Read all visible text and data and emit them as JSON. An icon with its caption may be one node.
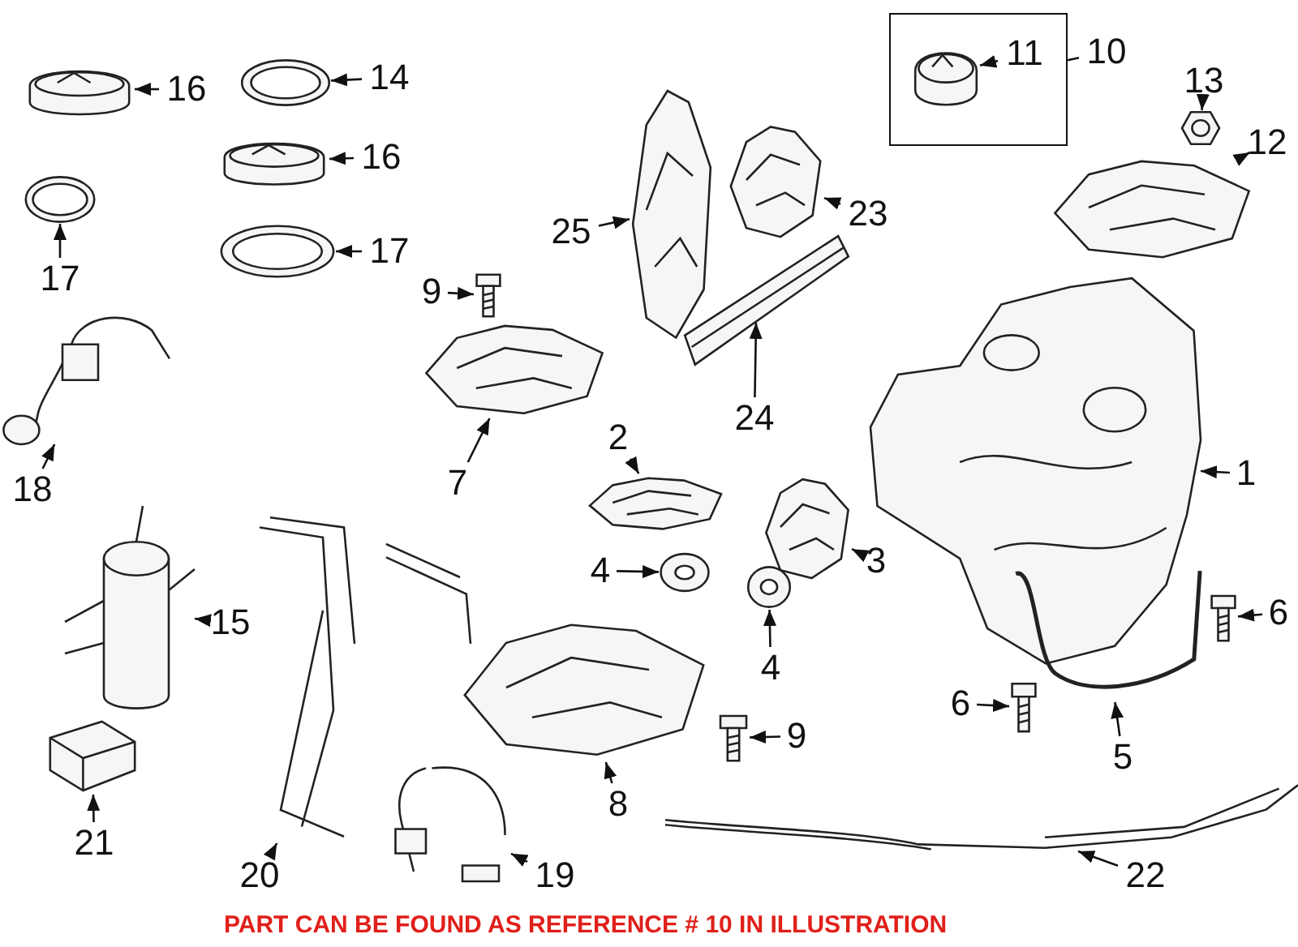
{
  "diagram": {
    "nodes": [
      {
        "text": [
          "16"
        ]
      },
      {
        "text": [],
        "shape": "picture"
      },
      {
        "text": [
          "14"
        ]
      },
      {
        "text": [],
        "shape": "picture"
      },
      {
        "text": [],
        "shape": "box"
      },
      {
        "text": [
          "11"
        ],
        "in": 4
      },
      {
        "text": [],
        "shape": "picture",
        "in": 4
      },
      {
        "text": [
          "10"
        ]
      },
      {
        "text": [
          "13"
        ]
      },
      {
        "text": [],
        "shape": "picture"
      },
      {
        "text": [
          "12"
        ]
      },
      {
        "text": [],
        "shape": "picture"
      },
      {
        "text": [
          "16"
        ]
      },
      {
        "text": [],
        "shape": "picture"
      },
      {
        "text": [
          "25"
        ]
      },
      {
        "text": [],
        "shape": "picture"
      },
      {
        "text": [
          "23"
        ]
      },
      {
        "text": [],
        "shape": "picture"
      },
      {
        "text": [
          "17"
        ]
      },
      {
        "text": [],
        "shape": "picture"
      },
      {
        "text": [
          "17"
        ]
      },
      {
        "text": [],
        "shape": "picture"
      },
      {
        "text": [
          "9"
        ]
      },
      {
        "text": [],
        "shape": "picture"
      },
      {
        "text": [
          "24"
        ]
      },
      {
        "text": [],
        "shape": "picture"
      },
      {
        "text": [
          "2"
        ]
      },
      {
        "text": [],
        "shape": "picture"
      },
      {
        "text": [
          "1"
        ]
      },
      {
        "text": [],
        "shape": "picture"
      },
      {
        "text": [
          "7"
        ]
      },
      {
        "text": [],
        "shape": "picture"
      },
      {
        "text": [
          "18"
        ]
      },
      {
        "text": [],
        "shape": "picture"
      },
      {
        "text": [
          "3"
        ]
      },
      {
        "text": [],
        "shape": "picture"
      },
      {
        "text": [
          "4"
        ]
      },
      {
        "text": [],
        "shape": "picture"
      },
      {
        "text": [
          "15"
        ]
      },
      {
        "text": [],
        "shape": "picture"
      },
      {
        "text": [
          "6"
        ]
      },
      {
        "text": [],
        "shape": "picture"
      },
      {
        "text": [
          "4"
        ]
      },
      {
        "text": [],
        "shape": "picture"
      },
      {
        "text": [
          "6"
        ]
      },
      {
        "text": [],
        "shape": "picture"
      },
      {
        "text": [
          "5"
        ]
      },
      {
        "text": [],
        "shape": "picture"
      },
      {
        "text": [
          "9"
        ]
      },
      {
        "text": [],
        "shape": "picture"
      },
      {
        "text": [
          "8"
        ]
      },
      {
        "text": [],
        "shape": "picture"
      },
      {
        "text": [
          "21"
        ]
      },
      {
        "text": [],
        "shape": "picture"
      },
      {
        "text": [
          "22"
        ]
      },
      {
        "text": [],
        "shape": "picture"
      },
      {
        "text": [
          "20"
        ]
      },
      {
        "text": [],
        "shape": "picture"
      },
      {
        "text": [
          "19"
        ]
      },
      {
        "text": [],
        "shape": "picture"
      }
    ],
    "edges": [
      {
        "from": 0,
        "to": 1,
        "arrow": "to"
      },
      {
        "from": 2,
        "to": 3,
        "arrow": "to"
      },
      {
        "from": 5,
        "to": 6,
        "arrow": "to"
      },
      {
        "from": 7,
        "to": 4,
        "arrow": "none"
      },
      {
        "from": 8,
        "to": 9,
        "arrow": "to"
      },
      {
        "from": 10,
        "to": 11,
        "arrow": "to"
      },
      {
        "from": 12,
        "to": 13,
        "arrow": "to"
      },
      {
        "from": 14,
        "to": 15,
        "arrow": "to"
      },
      {
        "from": 16,
        "to": 17,
        "arrow": "to"
      },
      {
        "from": 18,
        "to": 19,
        "arrow": "to"
      },
      {
        "from": 20,
        "to": 21,
        "arrow": "to"
      },
      {
        "from": 22,
        "to": 23,
        "arrow": "to"
      },
      {
        "from": 24,
        "to": 25,
        "arrow": "to"
      },
      {
        "from": 26,
        "to": 27,
        "arrow": "to"
      },
      {
        "from": 28,
        "to": 29,
        "arrow": "to"
      },
      {
        "from": 30,
        "to": 31,
        "arrow": "to"
      },
      {
        "from": 32,
        "to": 33,
        "arrow": "to"
      },
      {
        "from": 34,
        "to": 35,
        "arrow": "to"
      },
      {
        "from": 36,
        "to": 37,
        "arrow": "to"
      },
      {
        "from": 38,
        "to": 39,
        "arrow": "to"
      },
      {
        "from": 40,
        "to": 41,
        "arrow": "to"
      },
      {
        "from": 42,
        "to": 43,
        "arrow": "to"
      },
      {
        "from": 44,
        "to": 45,
        "arrow": "to"
      },
      {
        "from": 46,
        "to": 47,
        "arrow": "to"
      },
      {
        "from": 48,
        "to": 49,
        "arrow": "to"
      },
      {
        "from": 50,
        "to": 51,
        "arrow": "to"
      },
      {
        "from": 52,
        "to": 53,
        "arrow": "to"
      },
      {
        "from": 54,
        "to": 55,
        "arrow": "to"
      },
      {
        "from": 56,
        "to": 57,
        "arrow": "to"
      },
      {
        "from": 58,
        "to": 59,
        "arrow": "to"
      }
    ],
    "labels": [
      "PART CAN BE FOUND AS REFERENCE # 10 IN ILLUSTRATION"
    ]
  }
}
